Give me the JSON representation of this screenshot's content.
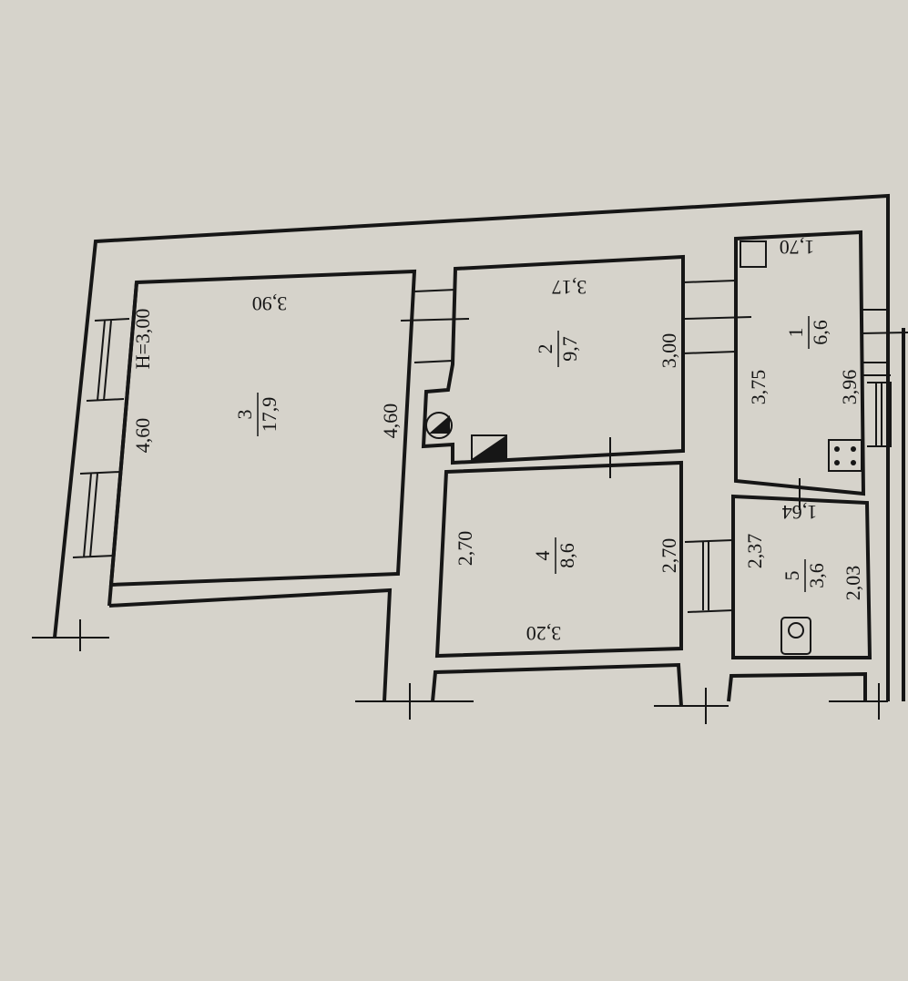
{
  "plan": {
    "ceiling_height": "H=3,00",
    "rooms": [
      {
        "number": "3",
        "area": "17,9",
        "dims": {
          "top": "3,90",
          "left": "4,60",
          "right": "4,60"
        }
      },
      {
        "number": "2",
        "area": "9,7",
        "dims": {
          "top": "3,17",
          "right": "3,00"
        }
      },
      {
        "number": "4",
        "area": "8,6",
        "dims": {
          "bottom": "3,20",
          "left": "2,70",
          "right": "2,70"
        }
      },
      {
        "number": "1",
        "area": "6,6",
        "dims": {
          "top": "1,70",
          "left": "3,75",
          "right": "3,96"
        }
      },
      {
        "number": "5",
        "area": "3,6",
        "dims": {
          "top": "1,64",
          "left": "2,37",
          "right": "2,03"
        }
      }
    ]
  },
  "colors": {
    "paper": "#d6d3cb",
    "ink": "#161616"
  }
}
